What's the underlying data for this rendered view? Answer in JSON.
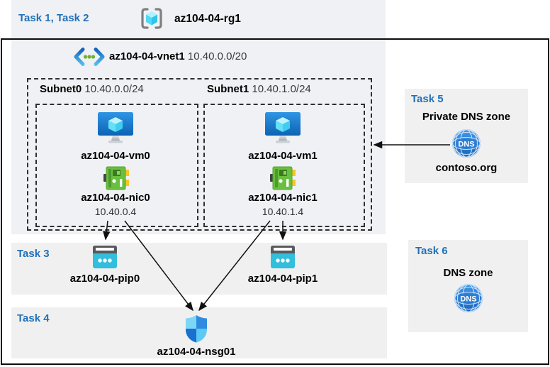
{
  "header": {
    "tasks_label": "Task 1, Task 2",
    "resource_group": "az104-04-rg1"
  },
  "vnet": {
    "name": "az104-04-vnet1",
    "cidr": "10.40.0.0/20"
  },
  "subnets": [
    {
      "name": "Subnet0",
      "cidr": "10.40.0.0/24",
      "vm": "az104-04-vm0",
      "nic": "az104-04-nic0",
      "ip": "10.40.0.4"
    },
    {
      "name": "Subnet1",
      "cidr": "10.40.1.0/24",
      "vm": "az104-04-vm1",
      "nic": "az104-04-nic1",
      "ip": "10.40.1.4"
    }
  ],
  "public_ips": [
    "az104-04-pip0",
    "az104-04-pip1"
  ],
  "tasks": {
    "task3": {
      "label": "Task 3"
    },
    "task4": {
      "label": "Task 4",
      "nsg": "az104-04-nsg01"
    },
    "task5": {
      "label": "Task 5",
      "title": "Private DNS zone",
      "zone": "contoso.org",
      "dns_text": "DNS"
    },
    "task6": {
      "label": "Task 6",
      "title": "DNS zone",
      "dns_text": "DNS"
    }
  },
  "colors": {
    "accent_blue": "#2170b8",
    "band_grey": "#eff1f4",
    "panel_grey": "#f0f0f0",
    "vm_blue": "#1a7ad0",
    "cube_cyan": "#64e0f8",
    "nic_green": "#69bf3e",
    "pip_cyan": "#32bedd",
    "nsg_blue": "#2f8be0",
    "dns_blue": "#2b7cd3",
    "line_black": "#111111"
  }
}
